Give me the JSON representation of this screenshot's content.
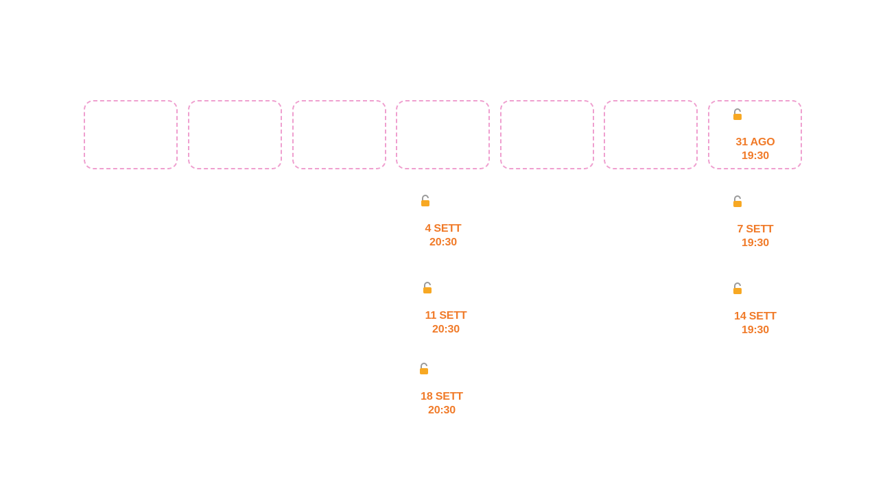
{
  "calendar": {
    "day_slots": [
      "",
      "",
      "",
      "",
      "",
      "",
      ""
    ],
    "events": [
      {
        "date": "31 AGO",
        "time": "19:30",
        "lock_icon": "unlocked-padlock-icon"
      },
      {
        "date": "4 SETT",
        "time": "20:30",
        "lock_icon": "unlocked-padlock-icon"
      },
      {
        "date": "7 SETT",
        "time": "19:30",
        "lock_icon": "unlocked-padlock-icon"
      },
      {
        "date": "11 SETT",
        "time": "20:30",
        "lock_icon": "unlocked-padlock-icon"
      },
      {
        "date": "14 SETT",
        "time": "19:30",
        "lock_icon": "unlocked-padlock-icon"
      },
      {
        "date": "18 SETT",
        "time": "20:30",
        "lock_icon": "unlocked-padlock-icon"
      }
    ]
  },
  "colors": {
    "slot_border": "#ef9fcf",
    "event_text": "#f07a28",
    "lock_body": "#f7a823",
    "lock_shackle": "#9a9a9a"
  }
}
